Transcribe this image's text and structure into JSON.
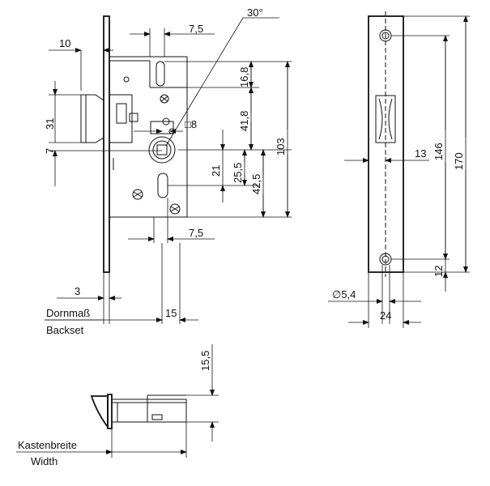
{
  "front_view": {
    "dims": {
      "latch_projection": "10",
      "follower_offset_top": "7,5",
      "follower_offset_bottom": "7,5",
      "angle": "30°",
      "spindle_square": "□8",
      "latch_height": "31",
      "latch_offset": "7",
      "d16_8": "16,8",
      "d41_8": "41,8",
      "d21": "21",
      "d25_5": "25,5",
      "d42_5": "42,5",
      "d103": "103",
      "faceplate_thickness": "3",
      "d15": "15"
    },
    "backset_de": "Dornmaß",
    "backset_en": "Backset"
  },
  "faceplate_view": {
    "dims": {
      "d13": "13",
      "d146": "146",
      "d170": "170",
      "d12": "12",
      "hole_diameter": "∅5,4",
      "width": "24"
    }
  },
  "bottom_view": {
    "dims": {
      "d15_5": "15,5"
    },
    "width_de": "Kastenbreite",
    "width_en": "Width"
  }
}
